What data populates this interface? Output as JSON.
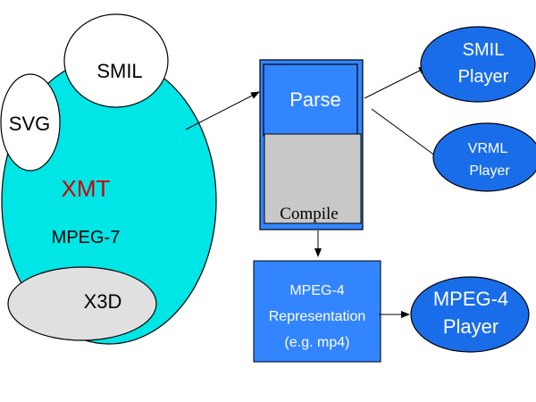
{
  "diagram": {
    "xmt": {
      "title": "XMT",
      "components": {
        "smil": "SMIL",
        "svg": "SVG",
        "mpeg7": "MPEG-7",
        "x3d": "X3D"
      }
    },
    "compiler": {
      "parse": "Parse",
      "compile": "Compile"
    },
    "representation": {
      "line1": "MPEG-4",
      "line2": "Representation",
      "line3": "(e.g.  mp4)"
    },
    "players": {
      "smil_line1": "SMIL",
      "smil_line2": "Player",
      "vrml_line1": "VRML",
      "vrml_line2": "Player",
      "mpeg4_line1": "MPEG-4",
      "mpeg4_line2": "Player"
    }
  },
  "colors": {
    "xmt_fill": "#00e5e5",
    "xmt_title": "#cc0000",
    "blue_box": "#3385ff",
    "blue_ellipse": "#1a6de8",
    "compile_fill": "#c8c8c8",
    "x3d_fill": "#e0e0e0"
  }
}
